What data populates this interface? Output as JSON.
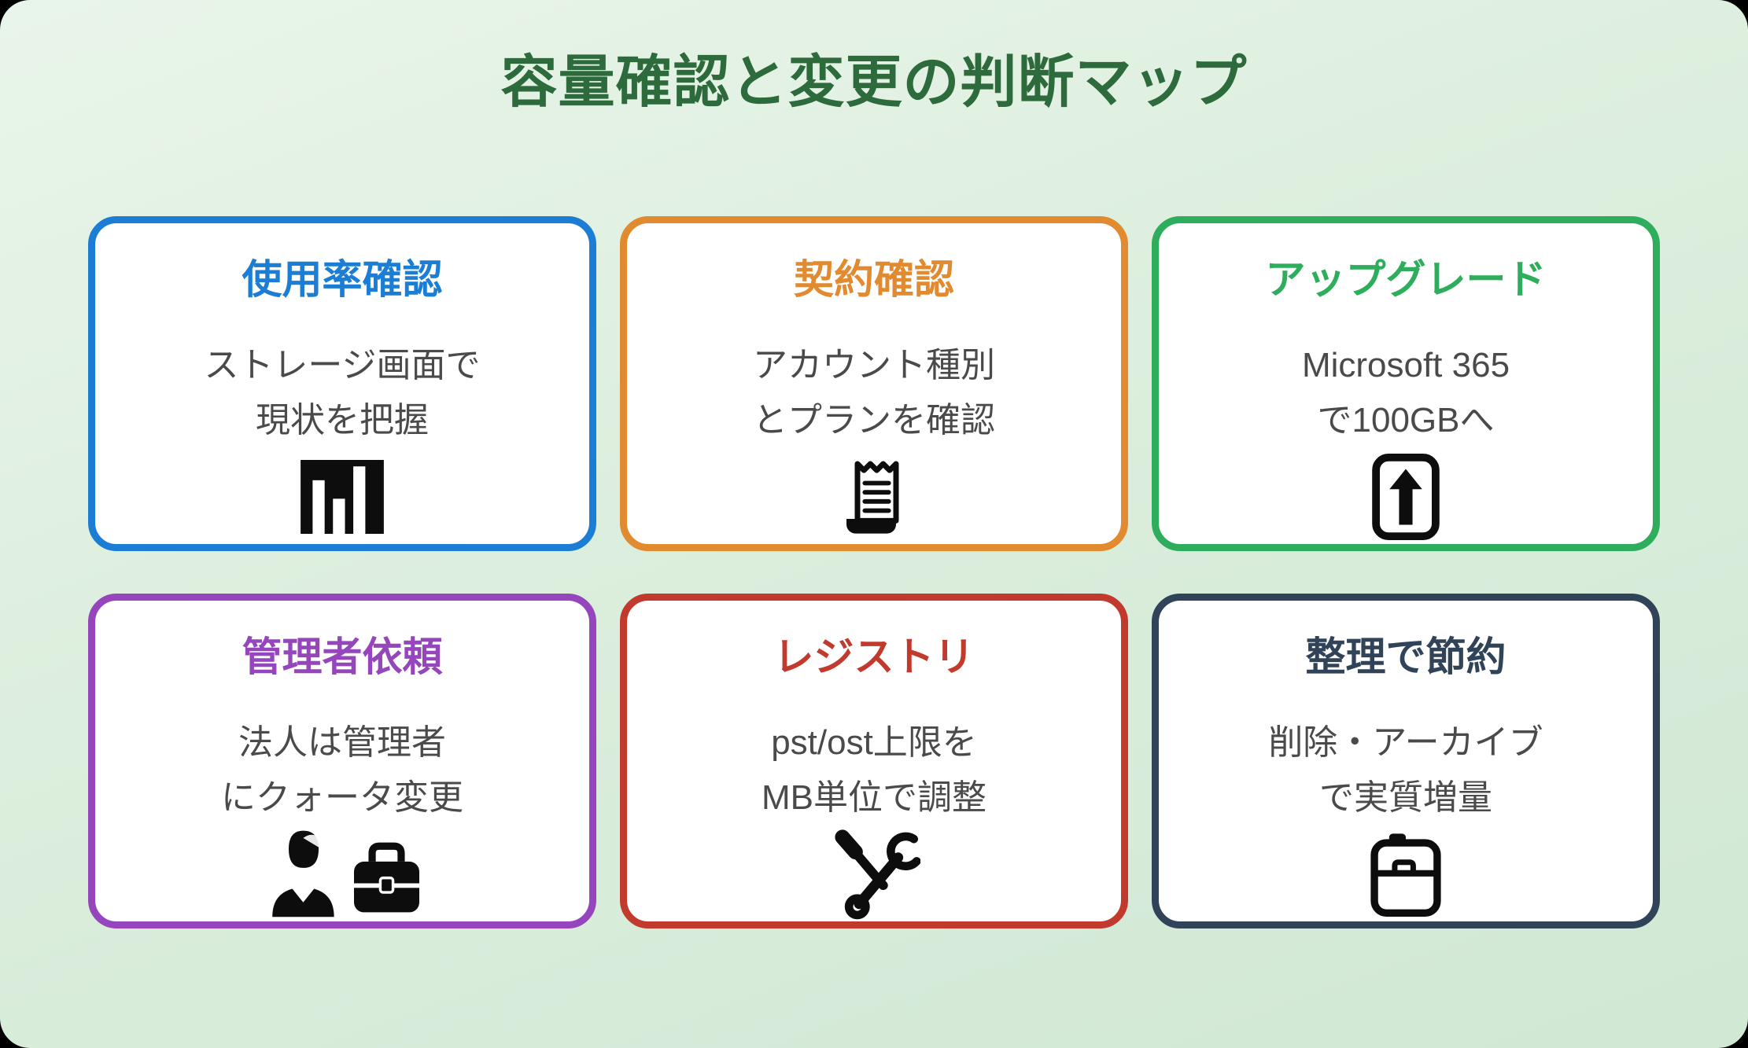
{
  "page": {
    "title": "容量確認と変更の判断マップ",
    "title_color": "#2D6A3C",
    "background_color": "#DCEEDD"
  },
  "cards": [
    {
      "id": "usage-check",
      "title": "使用率確認",
      "body": [
        "ストレージ画面で",
        "現状を把握"
      ],
      "accent": "#1B7DD4",
      "icon": "bar-chart-icon"
    },
    {
      "id": "contract-check",
      "title": "契約確認",
      "body": [
        "アカウント種別",
        "とプランを確認"
      ],
      "accent": "#E18A2F",
      "icon": "receipt-icon"
    },
    {
      "id": "upgrade",
      "title": "アップグレード",
      "body": [
        "Microsoft 365",
        "で100GBへ"
      ],
      "accent": "#2EAD5C",
      "icon": "upgrade-arrow-icon"
    },
    {
      "id": "admin-request",
      "title": "管理者依頼",
      "body": [
        "法人は管理者",
        "にクォータ変更"
      ],
      "accent": "#9546BC",
      "icon": "person-briefcase-icon"
    },
    {
      "id": "registry",
      "title": "レジストリ",
      "body": [
        "pst/ost上限を",
        "MB単位で調整"
      ],
      "accent": "#C23A2D",
      "icon": "tools-icon"
    },
    {
      "id": "organize",
      "title": "整理で節約",
      "body": [
        "削除・アーカイブ",
        "で実質増量"
      ],
      "accent": "#304358",
      "icon": "archive-folders-icon"
    }
  ]
}
